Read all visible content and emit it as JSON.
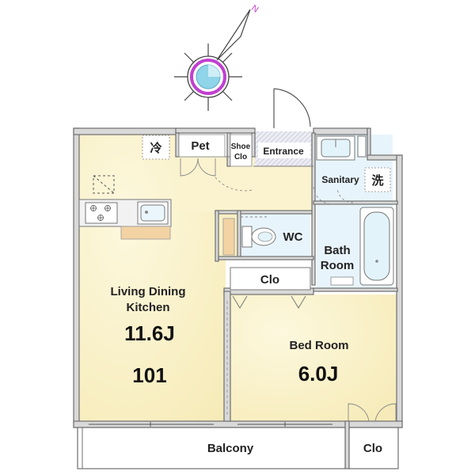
{
  "compass": {
    "north_label": "N"
  },
  "rooms": {
    "ldk": {
      "name_line1": "Living Dining",
      "name_line2": "Kitchen",
      "size": "11.6J",
      "unit": "101"
    },
    "bedroom": {
      "name": "Bed Room",
      "size": "6.0J"
    },
    "balcony": {
      "name": "Balcony"
    },
    "clo_center": {
      "name": "Clo"
    },
    "clo_bottom": {
      "name": "Clo"
    },
    "pet": {
      "name": "Pet"
    },
    "shoe_clo": {
      "line1": "Shoe",
      "line2": "Clo"
    },
    "entrance": {
      "name": "Entrance"
    },
    "sanitary": {
      "name": "Sanitary"
    },
    "wc": {
      "name": "WC"
    },
    "bath": {
      "line1": "Bath",
      "line2": "Room"
    }
  },
  "symbols": {
    "fridge": "冷",
    "washer": "洗"
  },
  "colors": {
    "floor_wood": "#fbf3cf",
    "floor_wet": "#e8f4fb",
    "entrance_tile": "#ececf4",
    "wall": "#6f6f6f",
    "compass_accent": "#c040d0",
    "compass_inner": "#8fd4e8"
  }
}
